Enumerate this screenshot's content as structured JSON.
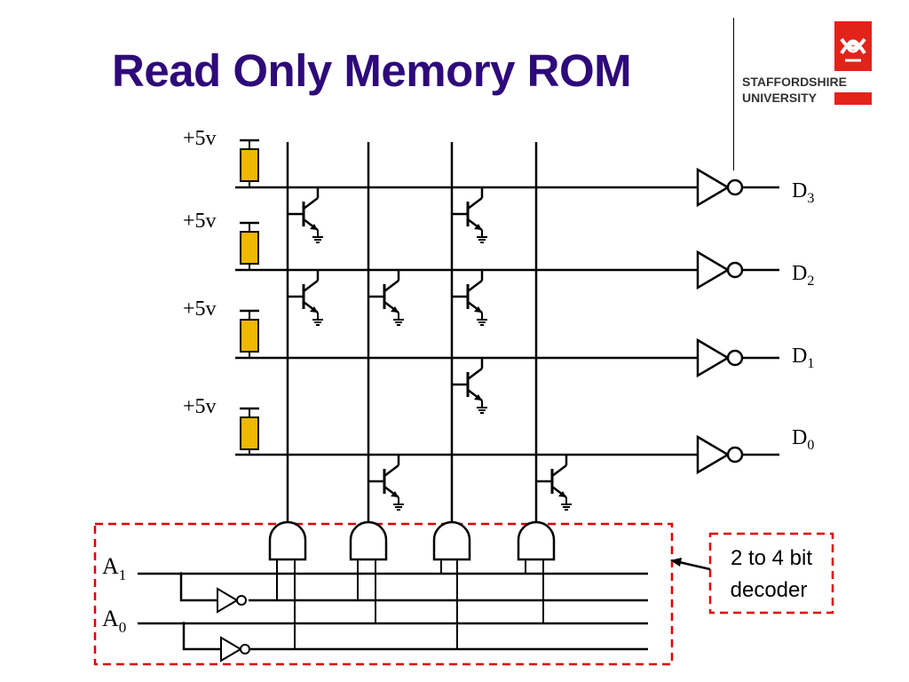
{
  "title": "Read Only Memory ROM",
  "logo": {
    "line1": "STAFFORDSHIRE",
    "line2": "UNIVERSITY",
    "emblem": "staffordshire-knot-emblem"
  },
  "colors": {
    "title": "#2e0a7a",
    "resistor": "#f0b800",
    "decoder_box": "#e00000",
    "logo_red": "#e2231a"
  },
  "supply_labels": [
    "+5v",
    "+5v",
    "+5v",
    "+5v"
  ],
  "outputs": [
    {
      "base": "D",
      "sub": "3"
    },
    {
      "base": "D",
      "sub": "2"
    },
    {
      "base": "D",
      "sub": "1"
    },
    {
      "base": "D",
      "sub": "0"
    }
  ],
  "inputs": [
    {
      "base": "A",
      "sub": "1"
    },
    {
      "base": "A",
      "sub": "0"
    }
  ],
  "decoder_label": [
    "2 to 4 bit",
    "decoder"
  ]
}
